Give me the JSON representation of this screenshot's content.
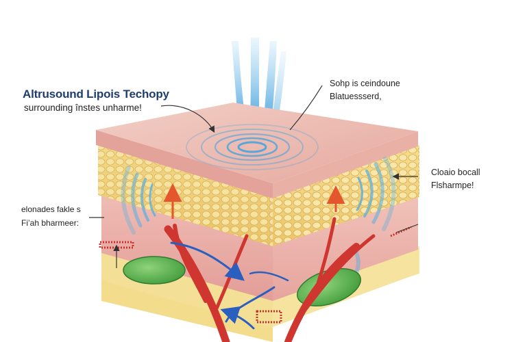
{
  "title": "Altrusound Lipois Techopy",
  "subtitle": "surrounding înstes unharme!",
  "callouts": {
    "top_right": [
      "Sohp is ceindoune",
      "Blatuessserd,"
    ],
    "right": [
      "Cloaio bocall",
      "Flsharmpe!"
    ],
    "left": [
      "elonades fakle s",
      "Fi’ah bharmeer:"
    ]
  },
  "colors": {
    "skin_top": "#e8b8ad",
    "dermis": "#e9aaa4",
    "fat": "#f0d27a",
    "fat_cell": "#f5e2a0",
    "base": "#f6e9a8",
    "artery": "#d43a33",
    "vein": "#2b5fbf",
    "ultrasound": "#4aa3dc",
    "gland": "#58b04a"
  }
}
